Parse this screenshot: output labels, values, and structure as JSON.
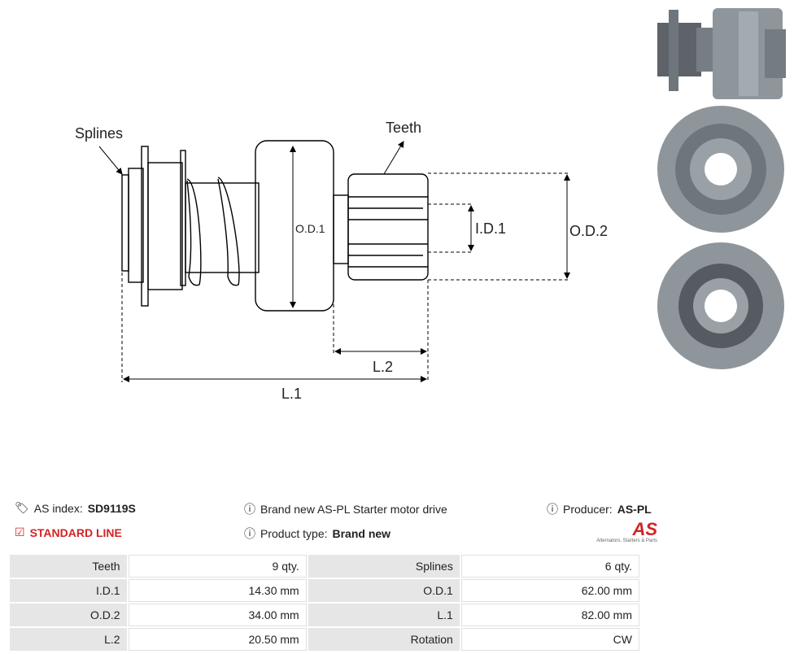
{
  "diagram": {
    "labels": {
      "splines": "Splines",
      "teeth": "Teeth",
      "od1": "O.D.1",
      "id1": "I.D.1",
      "od2": "O.D.2",
      "l2": "L.2",
      "l1": "L.1"
    }
  },
  "info": {
    "as_index_label": "AS index:",
    "as_index_value": "SD9119S",
    "standard_line": "STANDARD LINE",
    "description": "Brand new AS-PL Starter motor drive",
    "product_type_label": "Product type:",
    "product_type_value": "Brand new",
    "producer_label": "Producer:",
    "producer_value": "AS-PL",
    "logo_text": "AS",
    "logo_tagline": "Alternators, Starters & Parts"
  },
  "specs": [
    {
      "l1": "Teeth",
      "v1": "9 qty.",
      "l2": "Splines",
      "v2": "6 qty."
    },
    {
      "l1": "I.D.1",
      "v1": "14.30 mm",
      "l2": "O.D.1",
      "v2": "62.00 mm"
    },
    {
      "l1": "O.D.2",
      "v1": "34.00 mm",
      "l2": "L.1",
      "v2": "82.00 mm"
    },
    {
      "l1": "L.2",
      "v1": "20.50 mm",
      "l2": "Rotation",
      "v2": "CW"
    }
  ],
  "colors": {
    "accent": "#d22323",
    "metal": "#8f969b",
    "metal_dark": "#5d6368",
    "label_bg": "#e6e6e6"
  }
}
